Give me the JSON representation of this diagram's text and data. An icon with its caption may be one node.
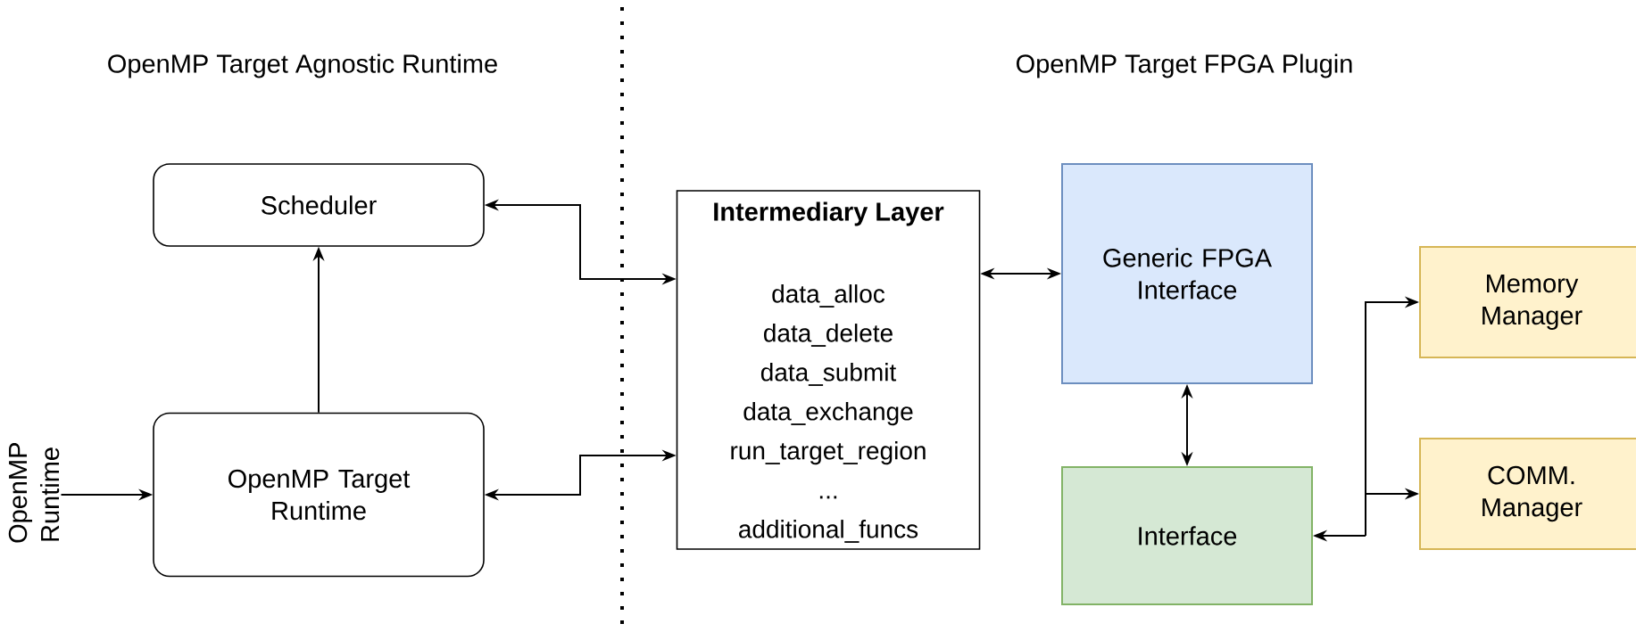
{
  "diagram": {
    "nodes": [
      {
        "text": [
          "Scheduler"
        ]
      },
      {
        "text": [
          "OpenMP Target Runtime"
        ]
      },
      {
        "text": [
          "OpenMP Runtime"
        ]
      },
      {
        "text": [
          "Intermediary Layer",
          "data_alloc data_delete data_submit data_exchange run_target_region ... additional_funcs"
        ]
      },
      {
        "text": [
          "Generic FPGA Interface"
        ]
      },
      {
        "text": [
          "Interface"
        ]
      },
      {
        "text": [
          "Memory Manager"
        ]
      },
      {
        "text": [
          "COMM. Manager"
        ]
      }
    ],
    "edges": [
      {
        "from": 0,
        "to": 3,
        "arrow": "both"
      },
      {
        "from": 2,
        "to": 1,
        "arrow": "to"
      },
      {
        "from": 1,
        "to": 0,
        "arrow": "to"
      },
      {
        "from": 1,
        "to": 3,
        "arrow": "both"
      },
      {
        "from": 3,
        "to": 4,
        "arrow": "both"
      },
      {
        "from": 4,
        "to": 5,
        "arrow": "both"
      },
      {
        "from": 5,
        "to": 6,
        "arrow": "both"
      },
      {
        "from": 5,
        "to": 7,
        "arrow": "both"
      }
    ],
    "labels": [
      "OpenMP Target Agnostic Runtime",
      "OpenMP Target FPGA Plugin"
    ]
  }
}
